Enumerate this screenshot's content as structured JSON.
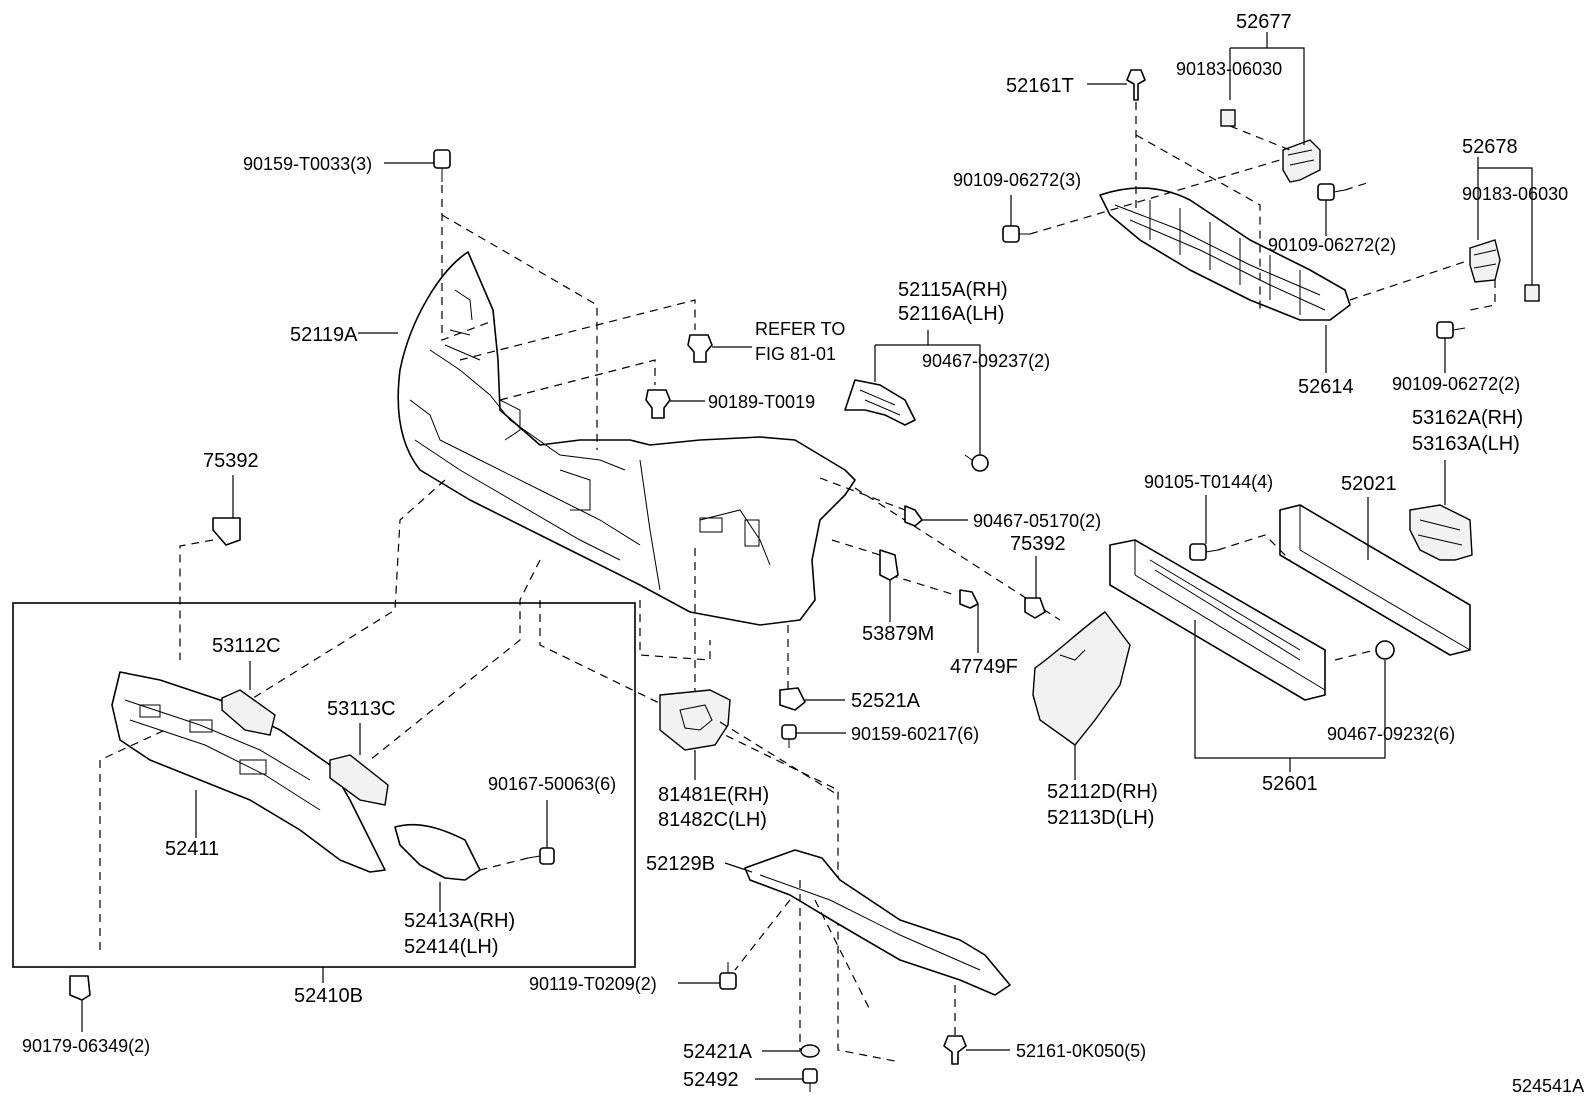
{
  "diagram_id": "524541A",
  "labels": {
    "p52677": "52677",
    "p90183_06030_a": "90183-06030",
    "p52161T": "52161T",
    "p90109_06272_3": "90109-06272(3)",
    "p90109_06272_2a": "90109-06272(2)",
    "p52678": "52678",
    "p90183_06030_b": "90183-06030",
    "p90109_06272_2b": "90109-06272(2)",
    "p52614": "52614",
    "p90159_T0033": "90159-T0033(3)",
    "p52119A": "52119A",
    "refer_line1": "REFER TO",
    "refer_line2": "FIG 81-01",
    "p90189_T0019": "90189-T0019",
    "p52115A": "52115A(RH)",
    "p52116A": "52116A(LH)",
    "p90467_09237": "90467-09237(2)",
    "p53162A": "53162A(RH)",
    "p53163A": "53163A(LH)",
    "p75392_a": "75392",
    "p90105_T0144": "90105-T0144(4)",
    "p52021": "52021",
    "p90467_05170": "90467-05170(2)",
    "p75392_b": "75392",
    "p53112C": "53112C",
    "p53879M": "53879M",
    "p47749F": "47749F",
    "p52521A": "52521A",
    "p90159_60217": "90159-60217(6)",
    "p53113C": "53113C",
    "p90467_09232": "90467-09232(6)",
    "p52601": "52601",
    "p90167_50063": "90167-50063(6)",
    "p81481E": "81481E(RH)",
    "p81482C": "81482C(LH)",
    "p52112D": "52112D(RH)",
    "p52113D": "52113D(LH)",
    "p52411": "52411",
    "p52129B": "52129B",
    "p52413A": "52413A(RH)",
    "p52414": "52414(LH)",
    "p52410B": "52410B",
    "p90119_T0209": "90119-T0209(2)",
    "p90179_06349": "90179-06349(2)",
    "p52421A": "52421A",
    "p52161_0K050": "52161-0K050(5)",
    "p52492": "52492"
  }
}
